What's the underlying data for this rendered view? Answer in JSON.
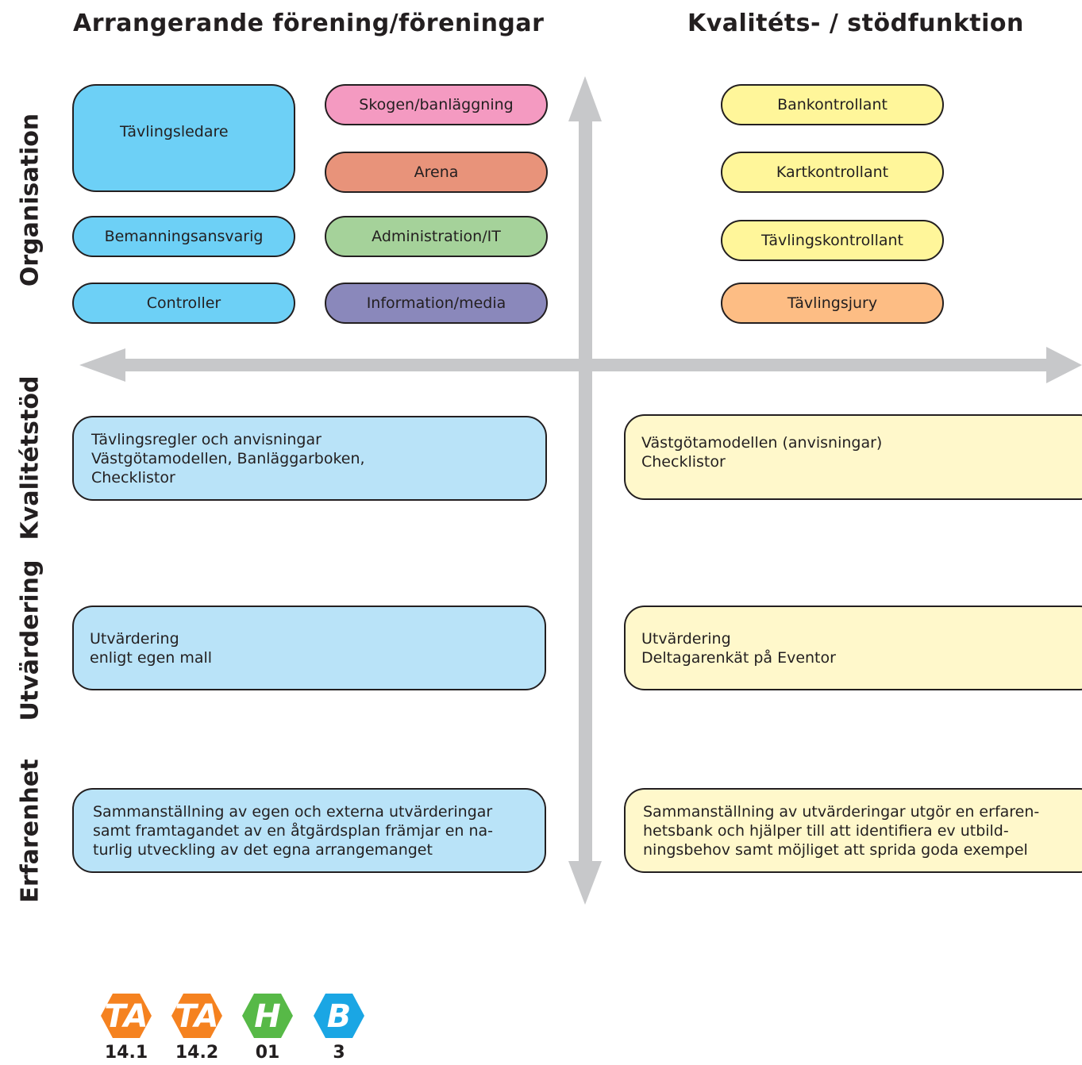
{
  "headings": {
    "left": "Arrangerande förening/föreningar",
    "right": "Kvalitéts- / stödfunktion"
  },
  "rows": {
    "organisation": "Organisation",
    "kvalitetstod": "Kvalitétstöd",
    "utvardering": "Utvärdering",
    "erfarenhet": "Erfarenhet"
  },
  "roles": {
    "tavlingsledare": "Tävlingsledare",
    "skogen": "Skogen/banläggning",
    "arena": "Arena",
    "bemanning": "Bemanningsansvarig",
    "administration": "Administration/IT",
    "controller": "Controller",
    "information": "Information/media",
    "bankontrollant": "Bankontrollant",
    "kartkontrollant": "Kartkontrollant",
    "tavlingskontrollant": "Tävlingskontrollant",
    "tavlingsjury": "Tävlingsjury"
  },
  "colors": {
    "blue": "#6dd0f6",
    "pink": "#f49ac1",
    "salmon": "#e8937a",
    "green": "#a5d29a",
    "purple": "#8a88bb",
    "yellow": "#fff69a",
    "orange": "#fdbd84",
    "axis": "#c7c8ca"
  },
  "quality_support": {
    "left_lines": [
      "Tävlingsregler och anvisningar",
      "Västgötamodellen, Banläggarboken,",
      "Checklistor"
    ],
    "right_lines": [
      "Västgötamodellen (anvisningar)",
      "Checklistor"
    ]
  },
  "evaluation": {
    "left_lines": [
      "Utvärdering",
      "enligt egen mall"
    ],
    "right_lines": [
      "Utvärdering",
      "Deltagarenkät på Eventor"
    ]
  },
  "experience": {
    "left_lines": [
      "Sammanställning av egen och externa utvärderingar",
      "samt framtagandet av en åtgärdsplan främjar en na-",
      "turlig utveckling av det egna arrangemanget"
    ],
    "right_lines": [
      "Sammanställning av utvärderingar utgör en erfaren-",
      "hetsbank och hjälper till att identifiera ev utbild-",
      "ningsbehov samt möjliget att sprida goda exempel"
    ]
  },
  "badges": [
    {
      "letters": "TA",
      "number": "14.1",
      "color": "#f58220"
    },
    {
      "letters": "TA",
      "number": "14.2",
      "color": "#f58220"
    },
    {
      "letters": "H",
      "number": "01",
      "color": "#57b947"
    },
    {
      "letters": "B",
      "number": "3",
      "color": "#1aa6e4"
    }
  ]
}
